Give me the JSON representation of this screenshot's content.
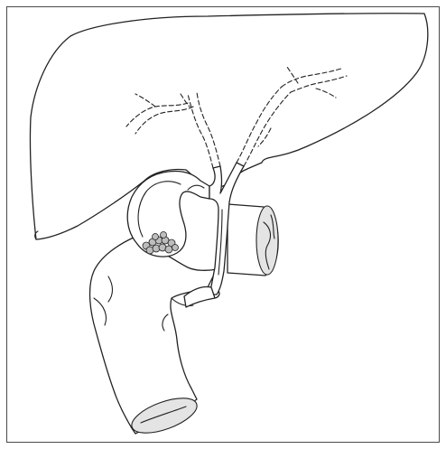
{
  "figure": {
    "labels": [],
    "colors": {
      "line": "#222222",
      "frame": "#4a4a4a",
      "stone_fill": "#bdbdbd",
      "lumen_fill": "#e4e4e4",
      "background": "#ffffff"
    },
    "structures": [
      "liver",
      "intrahepatic-ducts",
      "gallbladder",
      "gallstones",
      "common-bile-duct",
      "duodenum",
      "pancreas-segment"
    ]
  }
}
